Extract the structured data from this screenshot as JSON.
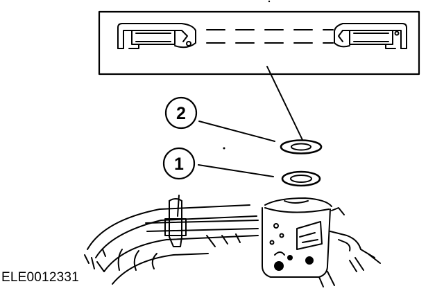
{
  "figure": {
    "id_label": "ELE0012331"
  },
  "callouts": [
    {
      "number": "1",
      "target": "lower-o-ring"
    },
    {
      "number": "2",
      "target": "upper-o-ring"
    }
  ],
  "colors": {
    "line": "#000000",
    "background": "#ffffff"
  }
}
